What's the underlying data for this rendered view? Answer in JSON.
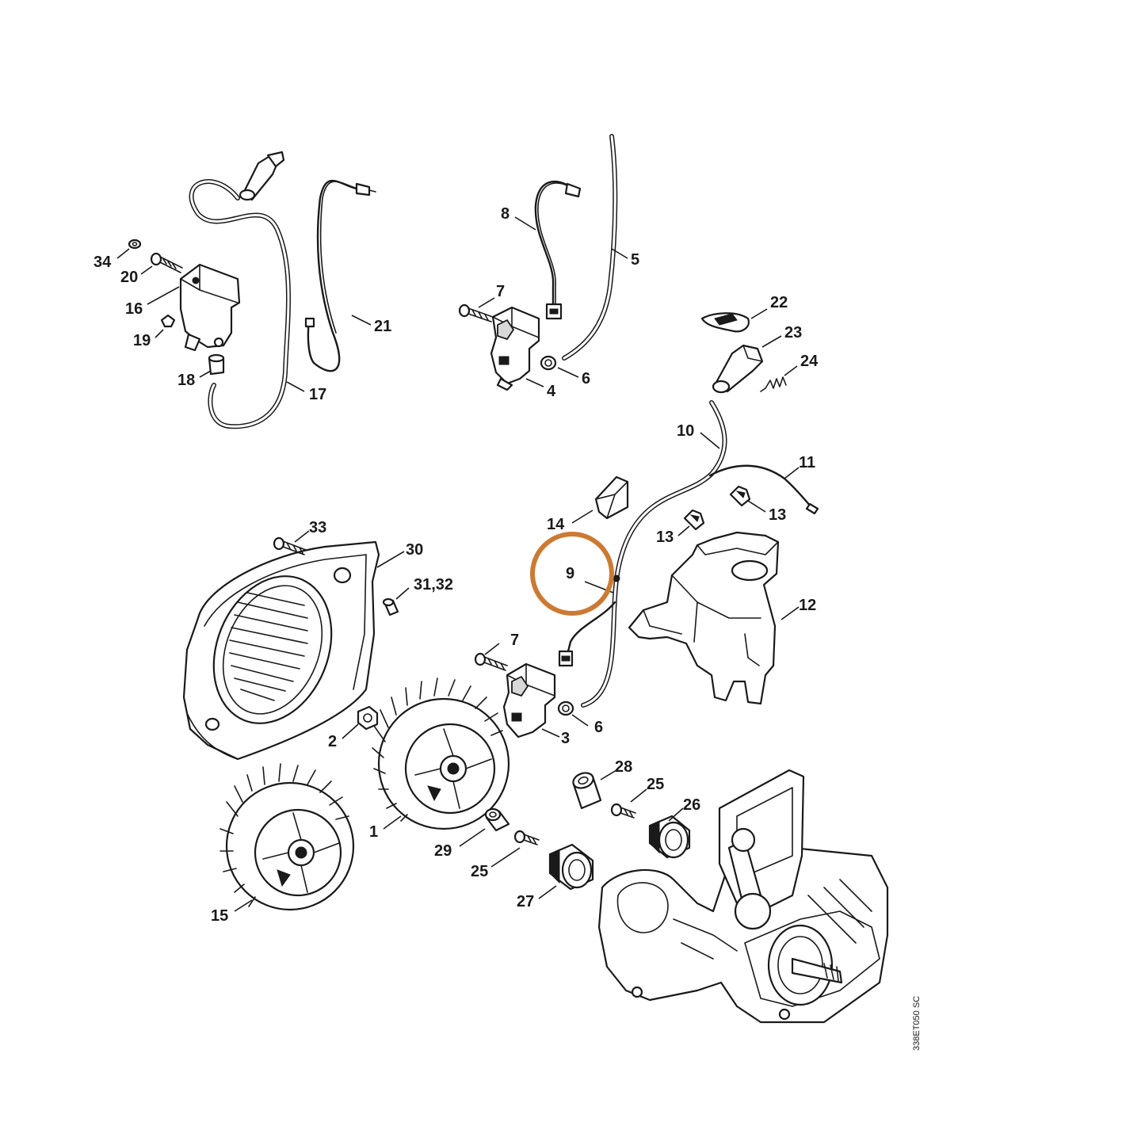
{
  "diagram": {
    "highlight_color": "#cc7a33",
    "highlighted_part": "9",
    "doc_code": "338ET050 SC",
    "callouts": [
      {
        "id": "c34",
        "text": "34"
      },
      {
        "id": "c20",
        "text": "20"
      },
      {
        "id": "c16",
        "text": "16"
      },
      {
        "id": "c19",
        "text": "19"
      },
      {
        "id": "c18",
        "text": "18"
      },
      {
        "id": "c17",
        "text": "17"
      },
      {
        "id": "c21",
        "text": "21"
      },
      {
        "id": "c8",
        "text": "8"
      },
      {
        "id": "c5",
        "text": "5"
      },
      {
        "id": "c7a",
        "text": "7"
      },
      {
        "id": "c6a",
        "text": "6"
      },
      {
        "id": "c4",
        "text": "4"
      },
      {
        "id": "c22",
        "text": "22"
      },
      {
        "id": "c23",
        "text": "23"
      },
      {
        "id": "c24",
        "text": "24"
      },
      {
        "id": "c10",
        "text": "10"
      },
      {
        "id": "c11",
        "text": "11"
      },
      {
        "id": "c14",
        "text": "14"
      },
      {
        "id": "c13a",
        "text": "13"
      },
      {
        "id": "c13b",
        "text": "13"
      },
      {
        "id": "c33",
        "text": "33"
      },
      {
        "id": "c30",
        "text": "30"
      },
      {
        "id": "c3132",
        "text": "31,32"
      },
      {
        "id": "c9",
        "text": "9"
      },
      {
        "id": "c12",
        "text": "12"
      },
      {
        "id": "c7b",
        "text": "7"
      },
      {
        "id": "c6b",
        "text": "6"
      },
      {
        "id": "c2",
        "text": "2"
      },
      {
        "id": "c3",
        "text": "3"
      },
      {
        "id": "c28",
        "text": "28"
      },
      {
        "id": "c25a",
        "text": "25"
      },
      {
        "id": "c26",
        "text": "26"
      },
      {
        "id": "c1",
        "text": "1"
      },
      {
        "id": "c29",
        "text": "29"
      },
      {
        "id": "c25b",
        "text": "25"
      },
      {
        "id": "c27",
        "text": "27"
      },
      {
        "id": "c15",
        "text": "15"
      }
    ]
  }
}
